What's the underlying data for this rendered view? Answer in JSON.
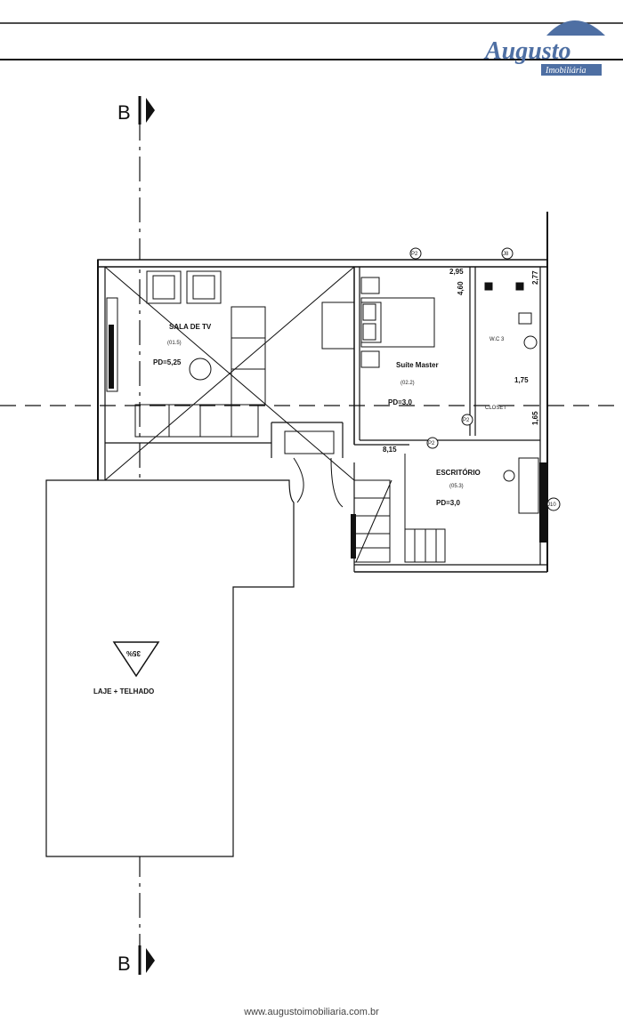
{
  "logo": {
    "name": "Augusto",
    "subtitle": "Imobiliária",
    "color": "#4e6fa3"
  },
  "section_marker": "B",
  "rooms": {
    "sala_tv": {
      "name": "SALA DE TV",
      "code": "(01.5)",
      "pd": "PD=5,25"
    },
    "suite": {
      "name": "Suíte Master",
      "code": "(02.2)",
      "pd": "PD=3,0"
    },
    "wc": {
      "name": "W.C 3"
    },
    "closet": {
      "name": "CLOSET"
    },
    "escritorio": {
      "name": "ESCRITÓRIO",
      "code": "(05.3)",
      "pd": "PD=3,0"
    },
    "laje": {
      "name": "LAJE + TELHADO",
      "slope": "35%"
    }
  },
  "dimensions": {
    "d1": "2,95",
    "d2": "4,60",
    "d3": "2,77",
    "d4": "1,75",
    "d5": "1,65",
    "d6": "8,15"
  },
  "markers": {
    "p1": "P2",
    "p2": "J8",
    "p3": "P2",
    "p4": "P2",
    "p5": "J10"
  },
  "footer": "www.augustoimobiliaria.com.br"
}
